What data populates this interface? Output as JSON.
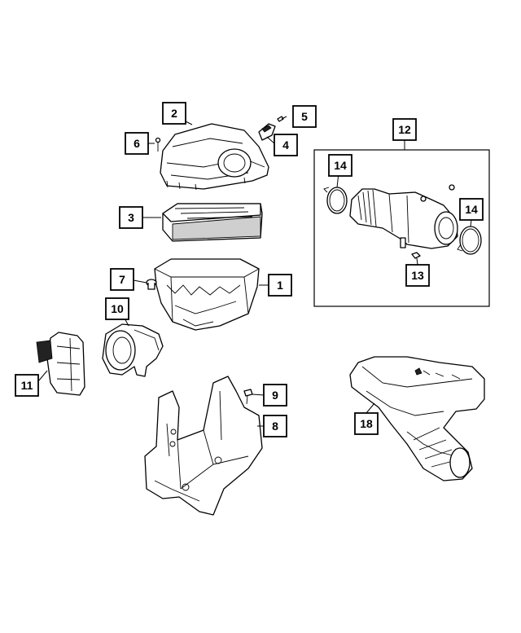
{
  "callouts": {
    "c1": "1",
    "c2": "2",
    "c3": "3",
    "c4": "4",
    "c5": "5",
    "c6": "6",
    "c7": "7",
    "c8": "8",
    "c9": "9",
    "c10": "10",
    "c11": "11",
    "c12": "12",
    "c13": "13",
    "c14a": "14",
    "c14b": "14",
    "c18": "18"
  },
  "colors": {
    "line": "#000000",
    "background": "#ffffff",
    "shade": "#cfcfcf"
  }
}
